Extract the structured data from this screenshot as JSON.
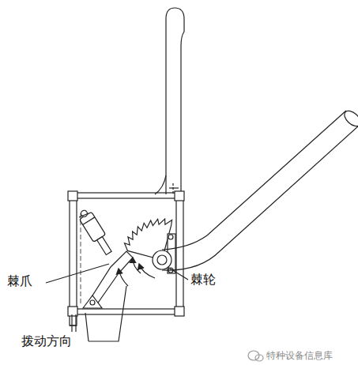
{
  "diagram": {
    "labels": [
      "棘爪",
      "棘轮",
      "拨动方向",
      "特种设备信息库"
    ]
  }
}
